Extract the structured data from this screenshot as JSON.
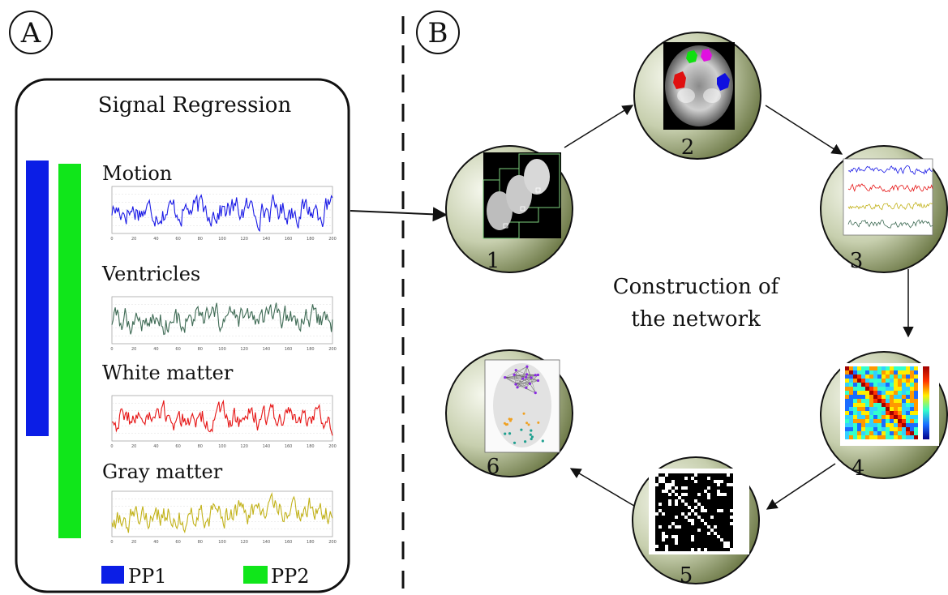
{
  "panel_a": {
    "letter": "A",
    "box_title": "Signal Regression",
    "signals": [
      {
        "label": "Motion",
        "color": "#1a1ae6",
        "x_ticks": [
          "0",
          "20",
          "40",
          "60",
          "80",
          "100",
          "120",
          "140",
          "160",
          "180",
          "200"
        ]
      },
      {
        "label": "Ventricles",
        "color": "#3f6b55",
        "x_ticks": [
          "0",
          "20",
          "40",
          "60",
          "80",
          "100",
          "120",
          "140",
          "160",
          "180",
          "200"
        ]
      },
      {
        "label": "White matter",
        "color": "#e61414",
        "x_ticks": [
          "0",
          "20",
          "40",
          "60",
          "80",
          "100",
          "120",
          "140",
          "160",
          "180",
          "200"
        ]
      },
      {
        "label": "Gray matter",
        "color": "#c2b21a",
        "x_ticks": [
          "0",
          "20",
          "40",
          "60",
          "80",
          "100",
          "120",
          "140",
          "160",
          "180",
          "200"
        ]
      }
    ],
    "legend": [
      {
        "label": "PP1",
        "color": "#0b1ee6"
      },
      {
        "label": "PP2",
        "color": "#10e61a"
      }
    ]
  },
  "panel_b": {
    "letter": "B",
    "center_text": [
      "Construction of",
      "the network"
    ],
    "steps": [
      "1",
      "2",
      "3",
      "4",
      "5",
      "6"
    ],
    "colors": {
      "step3_traces": [
        "#1a1ae6",
        "#e61414",
        "#c2b21a",
        "#3f6b55"
      ]
    }
  }
}
